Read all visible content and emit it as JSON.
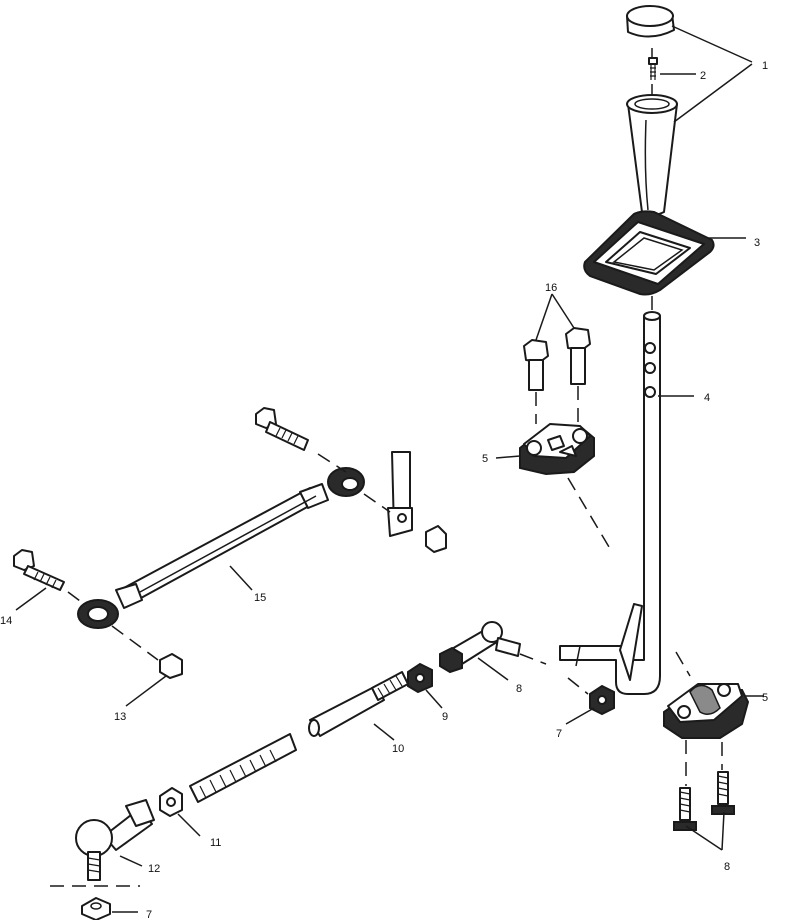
{
  "callouts": {
    "c1": "1",
    "c2": "2",
    "c3": "3",
    "c4": "4",
    "c5a": "5",
    "c5b": "5",
    "c16": "16",
    "c15": "15",
    "c14": "14",
    "c13": "13",
    "c10": "10",
    "c9": "9",
    "c8a": "8",
    "c8b": "8",
    "c7a": "7",
    "c7b": "7",
    "c11": "11",
    "c12": "12"
  },
  "colors": {
    "ink": "#1a1a1a",
    "background": "#ffffff",
    "shade": "#8a8a8a"
  }
}
